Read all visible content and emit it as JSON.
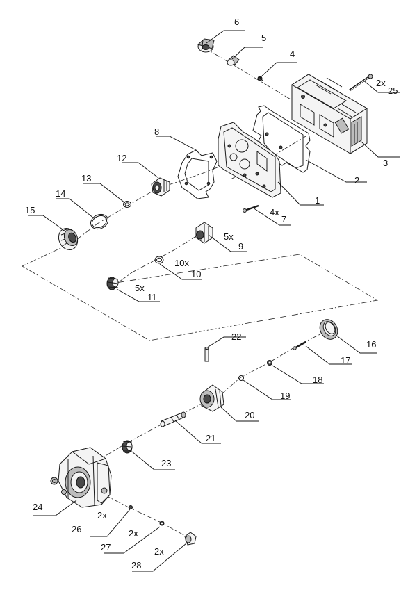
{
  "callouts": [
    {
      "id": "1",
      "number": "1",
      "qty": ""
    },
    {
      "id": "2",
      "number": "2",
      "qty": ""
    },
    {
      "id": "3",
      "number": "3",
      "qty": ""
    },
    {
      "id": "4",
      "number": "4",
      "qty": ""
    },
    {
      "id": "5",
      "number": "5",
      "qty": ""
    },
    {
      "id": "6",
      "number": "6",
      "qty": ""
    },
    {
      "id": "7",
      "number": "7",
      "qty": "4x"
    },
    {
      "id": "8",
      "number": "8",
      "qty": ""
    },
    {
      "id": "9",
      "number": "9",
      "qty": "5x"
    },
    {
      "id": "10",
      "number": "10",
      "qty": "10x"
    },
    {
      "id": "11",
      "number": "11",
      "qty": "5x"
    },
    {
      "id": "12",
      "number": "12",
      "qty": ""
    },
    {
      "id": "13",
      "number": "13",
      "qty": ""
    },
    {
      "id": "14",
      "number": "14",
      "qty": ""
    },
    {
      "id": "15",
      "number": "15",
      "qty": ""
    },
    {
      "id": "16",
      "number": "16",
      "qty": ""
    },
    {
      "id": "17",
      "number": "17",
      "qty": ""
    },
    {
      "id": "18",
      "number": "18",
      "qty": ""
    },
    {
      "id": "19",
      "number": "19",
      "qty": ""
    },
    {
      "id": "20",
      "number": "20",
      "qty": ""
    },
    {
      "id": "21",
      "number": "21",
      "qty": ""
    },
    {
      "id": "22",
      "number": "22",
      "qty": ""
    },
    {
      "id": "23",
      "number": "23",
      "qty": ""
    },
    {
      "id": "24",
      "number": "24",
      "qty": ""
    },
    {
      "id": "25",
      "number": "25",
      "qty": "2x"
    },
    {
      "id": "26",
      "number": "26",
      "qty": "2x"
    },
    {
      "id": "27",
      "number": "27",
      "qty": "2x"
    },
    {
      "id": "28",
      "number": "28",
      "qty": "2x"
    }
  ]
}
